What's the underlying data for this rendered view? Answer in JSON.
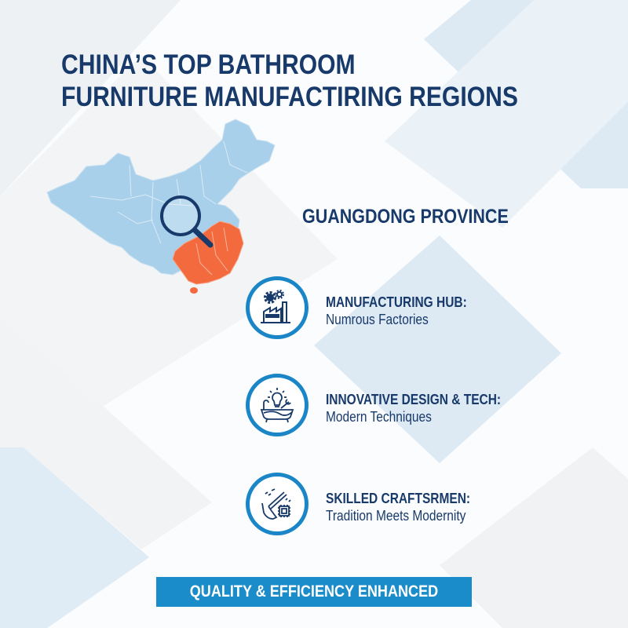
{
  "header": {
    "title_line1": "CHINA’S TOP BATHROOM",
    "title_line2": "FURNITURE MANUFACTIRING REGIONS"
  },
  "map": {
    "country": "China",
    "highlighted_region": "Guangdong / southeast China",
    "base_color": "#a9d0ea",
    "highlight_color": "#f26a3d",
    "magnifier_color": "#173a6b"
  },
  "region": {
    "name": "GUANGDONG PROVINCE"
  },
  "features": [
    {
      "icon": "factory-gears-icon",
      "heading": "MANUFACTURING HUB:",
      "subtext": "Numrous Factories"
    },
    {
      "icon": "bathtub-lightbulb-wrench-icon",
      "heading": "INNOVATIVE DESIGN & TECH:",
      "subtext": "Modern Techniques"
    },
    {
      "icon": "hand-chisel-chip-icon",
      "heading": "SKILLED CRAFTSRMEN:",
      "subtext": "Tradition Meets Modernity"
    }
  ],
  "footer": {
    "banner": "QUALITY & EFFICIENCY ENHANCED"
  },
  "colors": {
    "navy": "#173a6b",
    "accent_blue": "#1a8cc9",
    "light_blue_shape": "#dcebf5",
    "grey_shape": "#f0f2f4"
  }
}
